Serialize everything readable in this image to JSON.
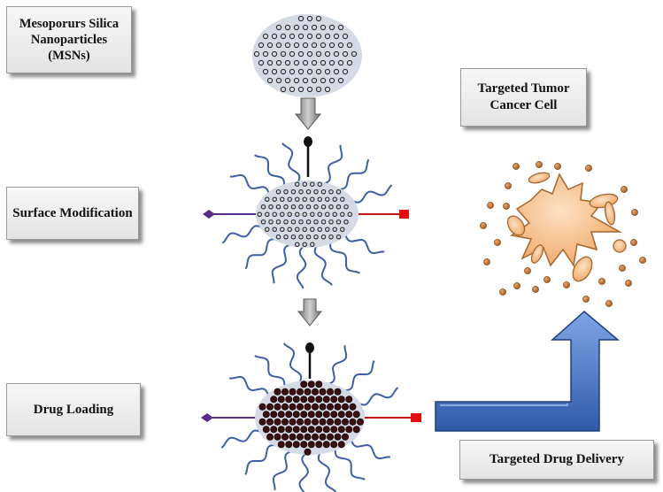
{
  "labels": {
    "msn_line1": "Mesoporurs Silica",
    "msn_line2": "Nanoparticles",
    "msn_line3": "(MSNs)",
    "surface_modification": "Surface Modification",
    "drug_loading": "Drug Loading",
    "target_line1": "Targeted Tumor",
    "target_line2": "Cancer Cell",
    "targeted_drug_delivery": "Targeted Drug Delivery"
  },
  "colors": {
    "particle_fill": "#d4dae6",
    "pore_ring": "#2a2a2a",
    "polymer_chain": "#3d5fa6",
    "ligand_left": "#5a2d8a",
    "ligand_right": "#c01515",
    "drug_dot": "#3a0f0f",
    "tumor_fill": "#f2b47c",
    "tumor_outline": "#a5662d",
    "delivery_arrow": "#4a78c4",
    "step_arrow": "#8f8f8f"
  },
  "icons": [
    "msn-particle-icon",
    "modified-particle-icon",
    "drug-loaded-particle-icon",
    "tumor-cell-icon",
    "step-arrow-icon",
    "delivery-arrow-icon"
  ]
}
